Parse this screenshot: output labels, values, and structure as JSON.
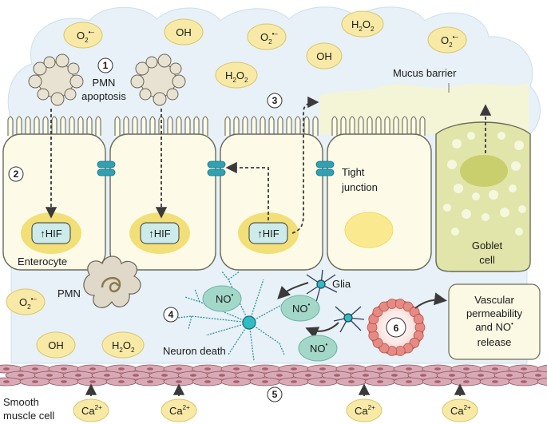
{
  "colors": {
    "lumen": "#e6f0f6",
    "cell": "#fdfbe8",
    "cell_border": "#6b6b5a",
    "goblet": "#e1e5a9",
    "mucus": "#f4f5d8",
    "ros_fill": "#f8eaa6",
    "hif_halo": "#f3df77",
    "hif_fill": "#ccebea",
    "no_fill": "#a3d8c8",
    "neuron": "#1f8e9a",
    "vessel": "#e58b84",
    "muscle": "#d9aab5",
    "tight_junction": "#2fa1b3"
  },
  "numbers": [
    "1",
    "2",
    "3",
    "4",
    "5",
    "6"
  ],
  "labels": {
    "pmn_apoptosis_line1": "PMN",
    "pmn_apoptosis_line2": "apoptosis",
    "mucus_barrier": "Mucus barrier",
    "tight_junction_line1": "Tight",
    "tight_junction_line2": "junction",
    "enterocyte": "Enterocyte",
    "goblet_line1": "Goblet",
    "goblet_line2": "cell",
    "pmn": "PMN",
    "glia": "Glia",
    "neuron_death": "Neuron death",
    "smooth_muscle_line1": "Smooth",
    "smooth_muscle_line2": "muscle cell",
    "vascular_line1": "Vascular",
    "vascular_line2": "permeability",
    "vascular_line3": "and NO",
    "vascular_line4": "release"
  },
  "molecules": {
    "superoxide": "O",
    "superoxide_sub": "2",
    "superoxide_sup": "•–",
    "hydroxyl": "OH",
    "peroxide_h": "H",
    "peroxide_o": "O",
    "peroxide_sub": "2",
    "nitric_oxide": "NO",
    "nitric_oxide_sup": "•",
    "calcium": "Ca",
    "calcium_sup": "2+"
  },
  "hif": {
    "arrow": "↑",
    "text": "HIF"
  }
}
